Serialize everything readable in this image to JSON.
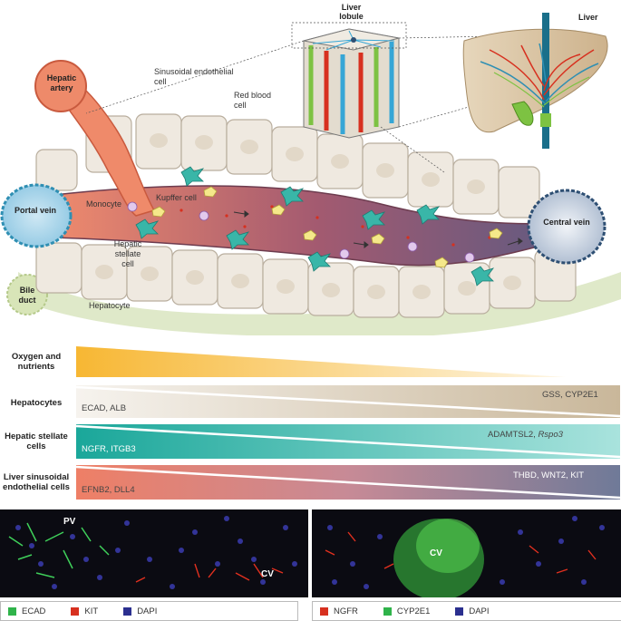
{
  "diagram": {
    "labels": {
      "liver_lobule": "Liver lobule",
      "liver": "Liver",
      "hepatic_artery": "Hepatic artery",
      "sinusoidal_endothelial_cell": "Sinusoidal endothelial cell",
      "red_blood_cell": "Red blood cell",
      "kupffer_cell": "Kupffer cell",
      "monocyte": "Monocyte",
      "portal_vein": "Portal vein",
      "hepatic_stellate_cell": "Hepatic stellate cell",
      "central_vein": "Central vein",
      "bile_duct": "Bile duct",
      "hepatocyte": "Hepatocyte"
    }
  },
  "gradients": [
    {
      "label": "Oxygen and nutrients",
      "left": "",
      "right": "",
      "right_italic": "",
      "color": "#f7b733"
    },
    {
      "label": "Hepatocytes",
      "left": "ECAD, ALB",
      "right": "GSS, CYP2E1",
      "right_italic": "",
      "color": "#c9b79a"
    },
    {
      "label": "Hepatic stellate cells",
      "left": "NGFR, ITGB3",
      "right": "ADAMTSL2, ",
      "right_italic": "Rspo3",
      "color": "#1aa79a"
    },
    {
      "label": "Liver sinusoidal endothelial cells",
      "left": "EFNB2, DLL4",
      "right": "THBD, WNT2,  KIT",
      "right_italic": "",
      "color": "#ee7f66"
    }
  ],
  "micrographs": [
    {
      "labels": [
        "PV",
        "CV"
      ]
    },
    {
      "labels": [
        "CV"
      ]
    }
  ],
  "legends": [
    {
      "items": [
        {
          "name": "ECAD",
          "color": "#2fb34a"
        },
        {
          "name": "KIT",
          "color": "#d7301f"
        },
        {
          "name": "DAPI",
          "color": "#2b2f8f"
        }
      ]
    },
    {
      "items": [
        {
          "name": "NGFR",
          "color": "#d7301f"
        },
        {
          "name": "CYP2E1",
          "color": "#2fb34a"
        },
        {
          "name": "DAPI",
          "color": "#2b2f8f"
        }
      ]
    }
  ]
}
